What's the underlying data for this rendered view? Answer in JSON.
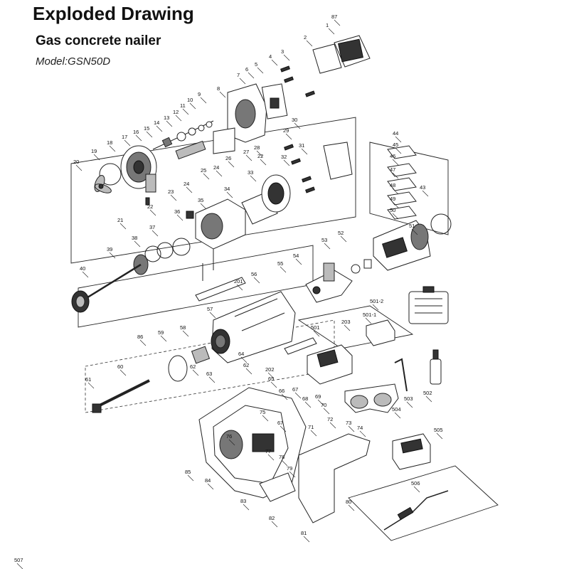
{
  "header": {
    "title": "Exploded Drawing",
    "subtitle": "Gas concrete nailer",
    "model": "Model:GSN50D"
  },
  "callouts": [
    "1",
    "2",
    "3",
    "4",
    "5",
    "6",
    "7",
    "8",
    "9",
    "10",
    "11",
    "12",
    "13",
    "14",
    "15",
    "16",
    "17",
    "18",
    "19",
    "20",
    "21",
    "22",
    "22",
    "23",
    "24",
    "24",
    "25",
    "26",
    "27",
    "28",
    "29",
    "30",
    "31",
    "32",
    "33",
    "34",
    "35",
    "36",
    "37",
    "38",
    "39",
    "40",
    "43",
    "44",
    "45",
    "46",
    "47",
    "48",
    "49",
    "50",
    "51",
    "52",
    "53",
    "54",
    "55",
    "56",
    "57",
    "58",
    "59",
    "60",
    "61",
    "62",
    "62",
    "63",
    "64",
    "65",
    "66",
    "67",
    "67",
    "68",
    "69",
    "70",
    "71",
    "72",
    "73",
    "74",
    "75",
    "76",
    "77",
    "78",
    "79",
    "80",
    "81",
    "82",
    "83",
    "84",
    "85",
    "86",
    "87",
    "201",
    "202",
    "203",
    "501",
    "501-1",
    "501-2",
    "502",
    "503",
    "504",
    "505",
    "506",
    "507"
  ]
}
